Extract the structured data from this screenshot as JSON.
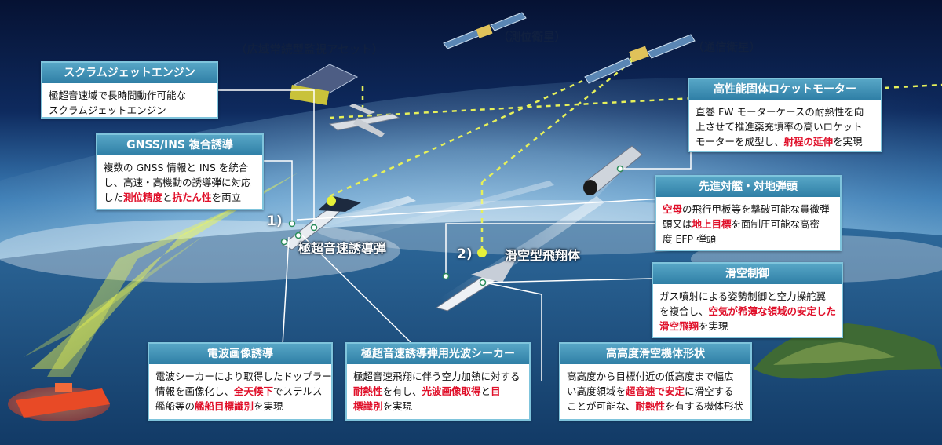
{
  "labels": {
    "surveillance_asset": "（広域常続型監視アセット）",
    "positioning_satellite": "（測位衛星）",
    "communication_satellite": "（通信衛星）",
    "hypersonic_missile": "極超音速誘導弾",
    "glide_vehicle": "滑空型飛翔体",
    "marker_1": "1)",
    "marker_2": "2)"
  },
  "boxes": {
    "scramjet": {
      "title": "スクラムジェットエンジン",
      "lines": [
        [
          {
            "t": "極超音速域で長時間動作可能な"
          }
        ],
        [
          {
            "t": "スクラムジェットエンジン"
          }
        ]
      ]
    },
    "gnss_ins": {
      "title": "GNSS/INS 複合誘導",
      "lines": [
        [
          {
            "t": "複数の GNSS 情報と INS を統合"
          }
        ],
        [
          {
            "t": "し、高速・高機動の誘導弾に対応"
          }
        ],
        [
          {
            "t": "した"
          },
          {
            "t": "測位精度",
            "r": 1
          },
          {
            "t": "と"
          },
          {
            "t": "抗たん性",
            "r": 1
          },
          {
            "t": "を両立"
          }
        ]
      ]
    },
    "rocket_motor": {
      "title": "高性能固体ロケットモーター",
      "lines": [
        [
          {
            "t": "直巻 FW モーターケースの耐熱性を向"
          }
        ],
        [
          {
            "t": "上させて推進薬充填率の高いロケット"
          }
        ],
        [
          {
            "t": "モーターを成型し、"
          },
          {
            "t": "射程の延伸",
            "r": 1
          },
          {
            "t": "を実現"
          }
        ]
      ]
    },
    "warhead": {
      "title": "先進対艦・対地弾頭",
      "lines": [
        [
          {
            "t": "空母",
            "r": 1
          },
          {
            "t": "の飛行甲板等を撃破可能な貫徹弾"
          }
        ],
        [
          {
            "t": "頭又は"
          },
          {
            "t": "地上目標",
            "r": 1
          },
          {
            "t": "を面制圧可能な高密"
          }
        ],
        [
          {
            "t": "度 EFP 弾頭"
          }
        ]
      ]
    },
    "glide_control": {
      "title": "滑空制御",
      "lines": [
        [
          {
            "t": "ガス噴射による姿勢制御と空力操舵翼"
          }
        ],
        [
          {
            "t": "を複合し、"
          },
          {
            "t": "空気が希薄な領域の安定した",
            "r": 1
          }
        ],
        [
          {
            "t": "滑空飛翔",
            "r": 1
          },
          {
            "t": "を実現"
          }
        ]
      ]
    },
    "radar_imaging": {
      "title": "電波画像誘導",
      "lines": [
        [
          {
            "t": "電波シーカーにより取得したドップラー"
          }
        ],
        [
          {
            "t": "情報を画像化し、"
          },
          {
            "t": "全天候下",
            "r": 1
          },
          {
            "t": "でステルス"
          }
        ],
        [
          {
            "t": "艦船等の"
          },
          {
            "t": "艦船目標識別",
            "r": 1
          },
          {
            "t": "を実現"
          }
        ]
      ]
    },
    "optical_seeker": {
      "title": "極超音速誘導弾用光波シーカー",
      "lines": [
        [
          {
            "t": "極超音速飛翔に伴う空力加熱に対する"
          }
        ],
        [
          {
            "t": "耐熱性",
            "r": 1
          },
          {
            "t": "を有し、"
          },
          {
            "t": "光波画像取得",
            "r": 1
          },
          {
            "t": "と"
          },
          {
            "t": "目",
            "r": 1
          }
        ],
        [
          {
            "t": "標識別",
            "r": 1
          },
          {
            "t": "を実現"
          }
        ]
      ]
    },
    "high_alt_body": {
      "title": "高高度滑空機体形状",
      "lines": [
        [
          {
            "t": "高高度から目標付近の低高度まで幅広"
          }
        ],
        [
          {
            "t": "い高度領域を"
          },
          {
            "t": "超音速で安定",
            "r": 1
          },
          {
            "t": "に滑空する"
          }
        ],
        [
          {
            "t": "ことが可能な、"
          },
          {
            "t": "耐熱性",
            "r": 1
          },
          {
            "t": "を有する機体形状"
          }
        ]
      ]
    }
  }
}
